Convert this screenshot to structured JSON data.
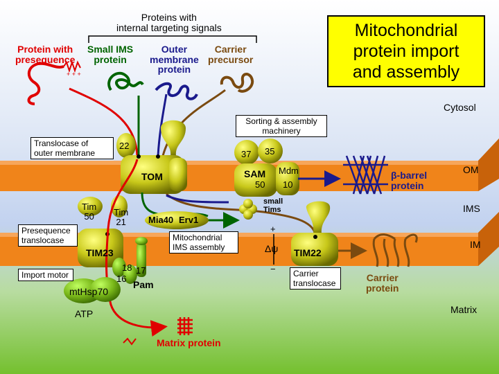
{
  "title": "Mitochondrial\nprotein import\nand assembly",
  "groups": {
    "internal_signals": "Proteins with\ninternal targeting signals"
  },
  "precursors": {
    "presequence": "Protein with\npresequence",
    "small_ims": "Small IMS\nprotein",
    "outer_membrane": "Outer\nmembrane\nprotein",
    "carrier": "Carrier\nprecursor"
  },
  "compartments": {
    "cytosol": "Cytosol",
    "om": "OM",
    "ims": "IMS",
    "im": "IM",
    "matrix": "Matrix"
  },
  "callouts": {
    "tom_box": "Translocase of\nouter membrane",
    "sam_box": "Sorting & assembly\nmachinery",
    "presequence_box": "Presequence\ntranslocase",
    "import_motor_box": "Import motor",
    "mia_box": "Mitochondrial\nIMS assembly",
    "carrier_translocase_box": "Carrier\ntranslocase"
  },
  "complexes": {
    "tom": "TOM",
    "tom22": "22",
    "sam": "SAM",
    "sam37": "37",
    "sam35": "35",
    "sam50": "50",
    "mdm": "Mdm",
    "mdm10": "10",
    "tim50": "Tim\n50",
    "tim21": "Tim\n21",
    "tim23": "TIM23",
    "pam18": "18",
    "pam16": "16",
    "pam17": "17",
    "pam": "Pam",
    "mthsp70": "mtHsp70",
    "atp": "ATP",
    "mia40": "Mia40",
    "erv1": "Erv1",
    "small_tims": "small\nTims",
    "tim22": "TIM22",
    "plus": "+",
    "minus": "−",
    "delta_psi": "Δψ"
  },
  "products": {
    "beta_barrel": "β-barrel\nprotein",
    "carrier_protein": "Carrier\nprotein",
    "matrix_protein": "Matrix protein"
  },
  "colors": {
    "presequence": "#e00000",
    "small_ims": "#006400",
    "outer_membrane": "#1a1a8c",
    "carrier": "#7a4a10",
    "complex": "#c8c81a",
    "membrane": "#f0841a",
    "title_bg": "#ffff00"
  }
}
